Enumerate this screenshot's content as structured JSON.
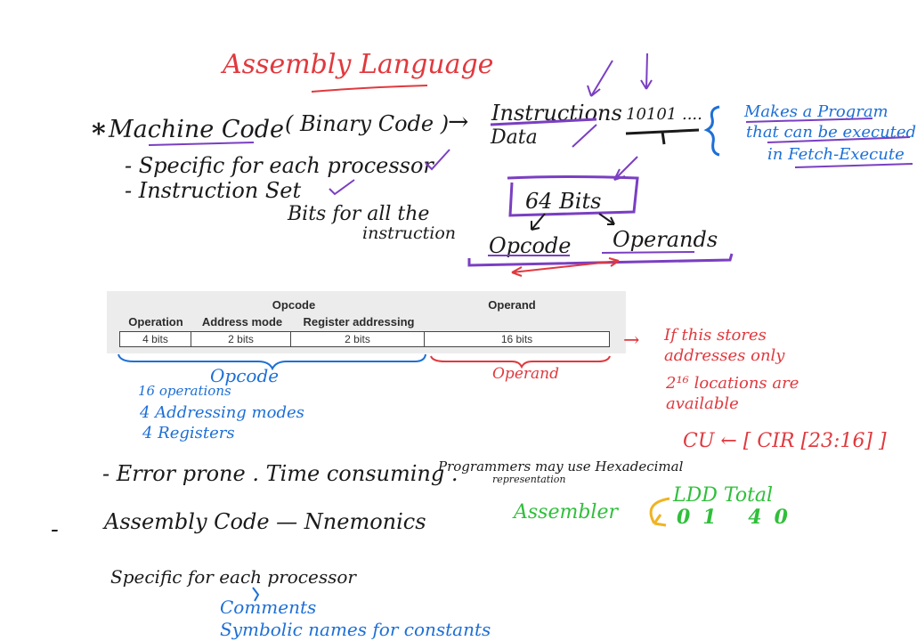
{
  "title": "Assembly Language",
  "machine_code": {
    "star": "*",
    "label": "Machine Code",
    "paren": "( Binary Code )",
    "arrow": "→",
    "instructions": "Instructions",
    "data": "Data",
    "binary": "10101 ....",
    "note_line1": "Makes a Program",
    "note_line2": "that can be executed",
    "note_line3": "in Fetch-Execute"
  },
  "points": {
    "specific": "- Specific for each processor",
    "instruction_set": "- Instruction Set",
    "bits_line1": "Bits for all the",
    "bits_line2": "instruction"
  },
  "bits_box": {
    "label": "64 Bits",
    "opcode": "Opcode",
    "operands": "Operands"
  },
  "table": {
    "group_opcode": "Opcode",
    "group_operand": "Operand",
    "col_operation": "Operation",
    "col_address_mode": "Address mode",
    "col_register": "Register addressing",
    "cells": [
      "4 bits",
      "2 bits",
      "2 bits",
      "16 bits"
    ]
  },
  "opcode_notes": {
    "title": "Opcode",
    "line1": "16 operations",
    "line2": "4 Addressing modes",
    "line3": "4 Registers"
  },
  "operand_note": "Operand",
  "address_note": {
    "arrow": "→",
    "line1": "If this stores",
    "line2": "addresses only",
    "line3": "2¹⁶ locations are",
    "line4": "available"
  },
  "cu_note": "CU ← [ CIR [23:16] ]",
  "error_line": "- Error prone . Time consuming .",
  "programmers_line1": "Programmers may use Hexadecimal",
  "programmers_line2": "representation",
  "assembly_dash": "-",
  "assembly_line": "Assembly Code — Nnemonics",
  "assembler": "Assembler",
  "ldd": {
    "top": "LDD Total",
    "bottom": "01 40"
  },
  "specific2": "Specific for each processor",
  "comments": "Comments",
  "symbolic": "Symbolic names for constants",
  "colors": {
    "red": "#e0393e",
    "blue": "#1d6fd6",
    "green": "#2fbf3a",
    "purple": "#7a3fc2",
    "black": "#1a1a1a",
    "orange": "#f0b323"
  }
}
